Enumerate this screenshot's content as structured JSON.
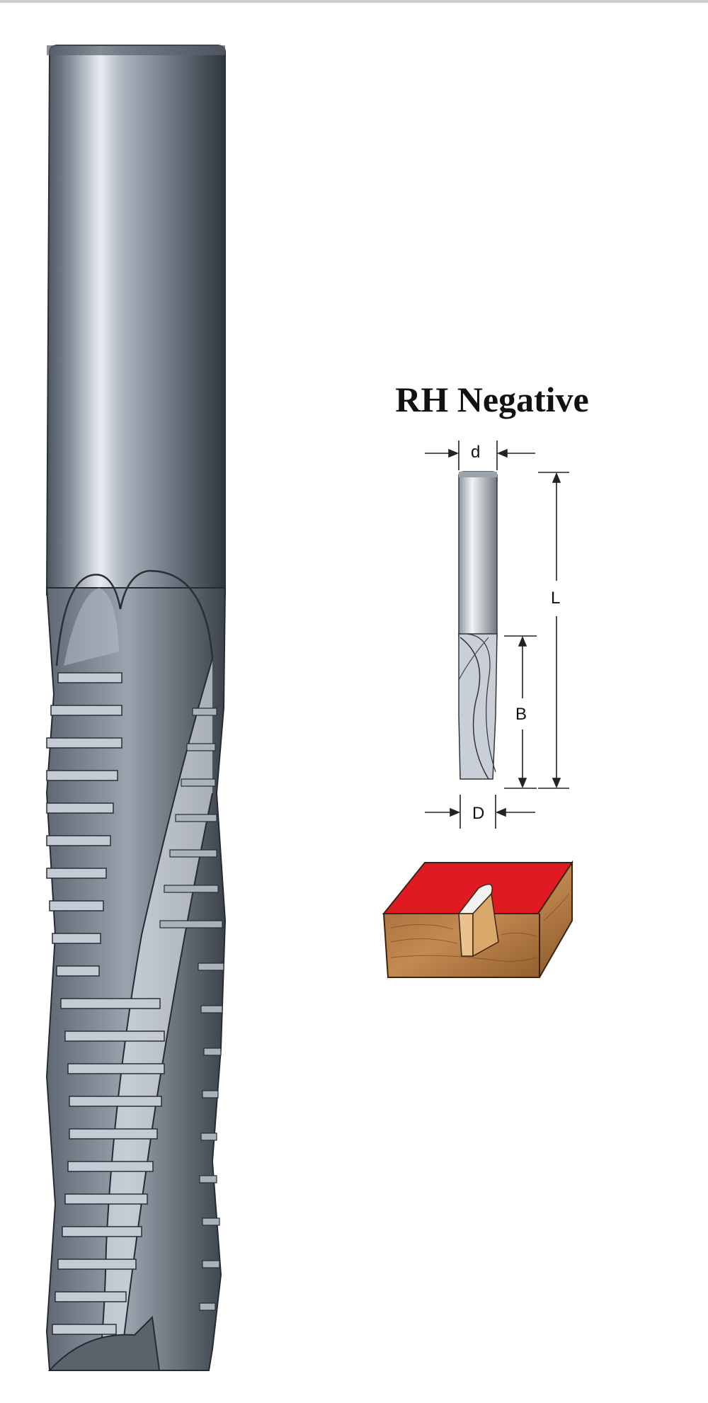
{
  "title": "RH Negative",
  "dimensions": {
    "shank_diameter": "d",
    "overall_length": "L",
    "cutting_length": "B",
    "cutting_diameter": "D"
  },
  "colors": {
    "steel_dark": "#3b4148",
    "steel_mid": "#7d8794",
    "steel_light": "#e4e8ee",
    "wood": "#b27a45",
    "wood_top": "#e01a22"
  }
}
